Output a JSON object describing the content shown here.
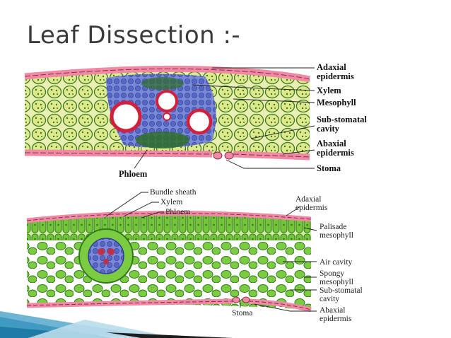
{
  "slide": {
    "title": "Leaf Dissection :-"
  },
  "diagram_top": {
    "labels": {
      "adaxial_1": "Adaxial",
      "adaxial_2": "epidermis",
      "xylem": "Xylem",
      "mesophyll": "Mesophyll",
      "substomatal_1": "Sub-stomatal",
      "substomatal_2": "cavity",
      "abaxial_1": "Abaxial",
      "abaxial_2": "epidermis",
      "stoma": "Stoma",
      "phloem": "Phloem"
    }
  },
  "diagram_bottom": {
    "labels": {
      "bundle_sheath": "Bundle sheath",
      "xylem": "Xylem",
      "phloem": "Phloem",
      "adaxial_1": "Adaxial",
      "adaxial_2": "epidermis",
      "palisade_1": "Palisade",
      "palisade_2": "mesophyll",
      "air_cavity": "Air cavity",
      "spongy_1": "Spongy",
      "spongy_2": "mesophyll",
      "substomatal_1": "Sub-stomatal",
      "substomatal_2": "cavity",
      "stoma": "Stoma",
      "abaxial_1": "Abaxial",
      "abaxial_2": "epidermis"
    }
  },
  "colors": {
    "mesophyll_fill": "#dde98c",
    "epidermis_pink": "#f08aa4",
    "vascular_blue": "#6f7fd0",
    "cell_green": "#74c53a",
    "accent_teal": "#1f7aa6"
  }
}
